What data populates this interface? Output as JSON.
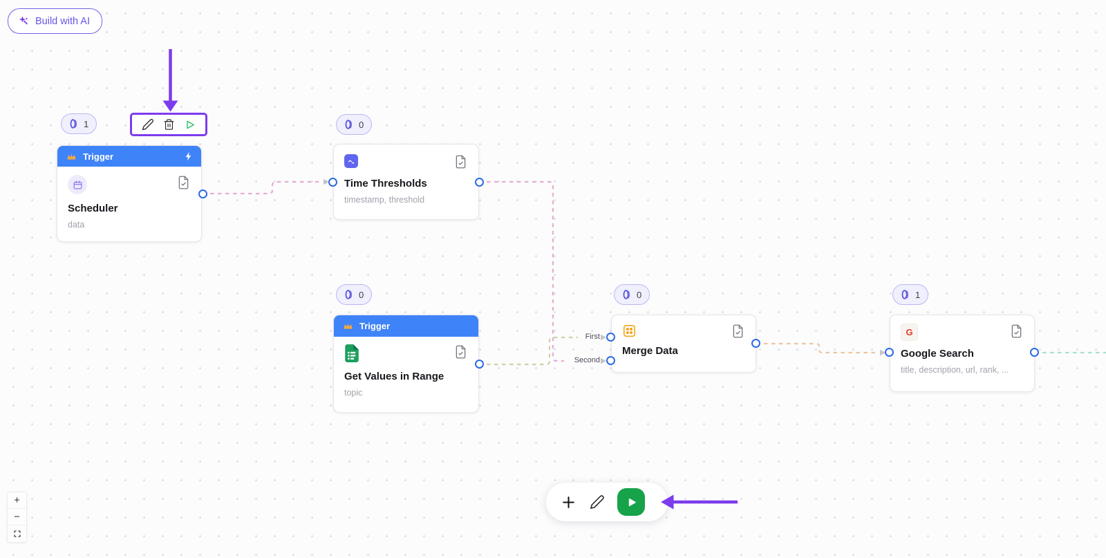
{
  "colors": {
    "accent_purple": "#7d3bed",
    "trigger_header_blue": "#3f83f8",
    "run_green": "#17a34a",
    "handle_blue": "#2b6be4",
    "edge_pink": "#e8abd3",
    "edge_olive": "#cdd1a0",
    "edge_orange": "#edc49e",
    "edge_teal": "#a9e1cb",
    "badge_background": "#efeffd",
    "badge_border": "#bab8f2"
  },
  "build_with_ai": {
    "label": "Build with AI",
    "icon": "magic-wand-icon"
  },
  "node_toolbar": {
    "buttons": [
      {
        "name": "edit"
      },
      {
        "name": "delete"
      },
      {
        "name": "run"
      }
    ]
  },
  "nodes": [
    {
      "title": "Scheduler",
      "subtitle": "data",
      "header": "Trigger",
      "badge": "1",
      "icon": "calendar-icon"
    },
    {
      "title": "Time Thresholds",
      "subtitle": "timestamp, threshold",
      "badge": "0",
      "icon": "function-icon"
    },
    {
      "title": "Get Values in Range",
      "subtitle": "topic",
      "header": "Trigger",
      "badge": "0",
      "icon": "google-sheets-icon"
    },
    {
      "title": "Merge Data",
      "badge": "0",
      "icon": "merge-grid-icon",
      "inputs": [
        "First",
        "Second"
      ]
    },
    {
      "title": "Google Search",
      "subtitle": "title, description, url, rank, ...",
      "badge": "1",
      "icon": "google-g-icon",
      "icon_letter": "G"
    }
  ],
  "edges": [
    {
      "from": "Scheduler",
      "to": "Time Thresholds",
      "color": "#e8abd3"
    },
    {
      "from": "Time Thresholds",
      "to": "Merge Data / Second",
      "color": "#e8abd3"
    },
    {
      "from": "Get Values in Range",
      "to": "Merge Data / First",
      "color": "#cdd1a0"
    },
    {
      "from": "Merge Data",
      "to": "Google Search",
      "color": "#edc49e"
    },
    {
      "from": "Google Search",
      "to": "offscreen-right",
      "color": "#a9e1cb"
    }
  ],
  "bottom_toolbar": {
    "buttons": [
      {
        "name": "add-node"
      },
      {
        "name": "edit"
      },
      {
        "name": "run-flow"
      }
    ]
  },
  "zoom_controls": {
    "zoom_in": "+",
    "zoom_out": "−"
  }
}
